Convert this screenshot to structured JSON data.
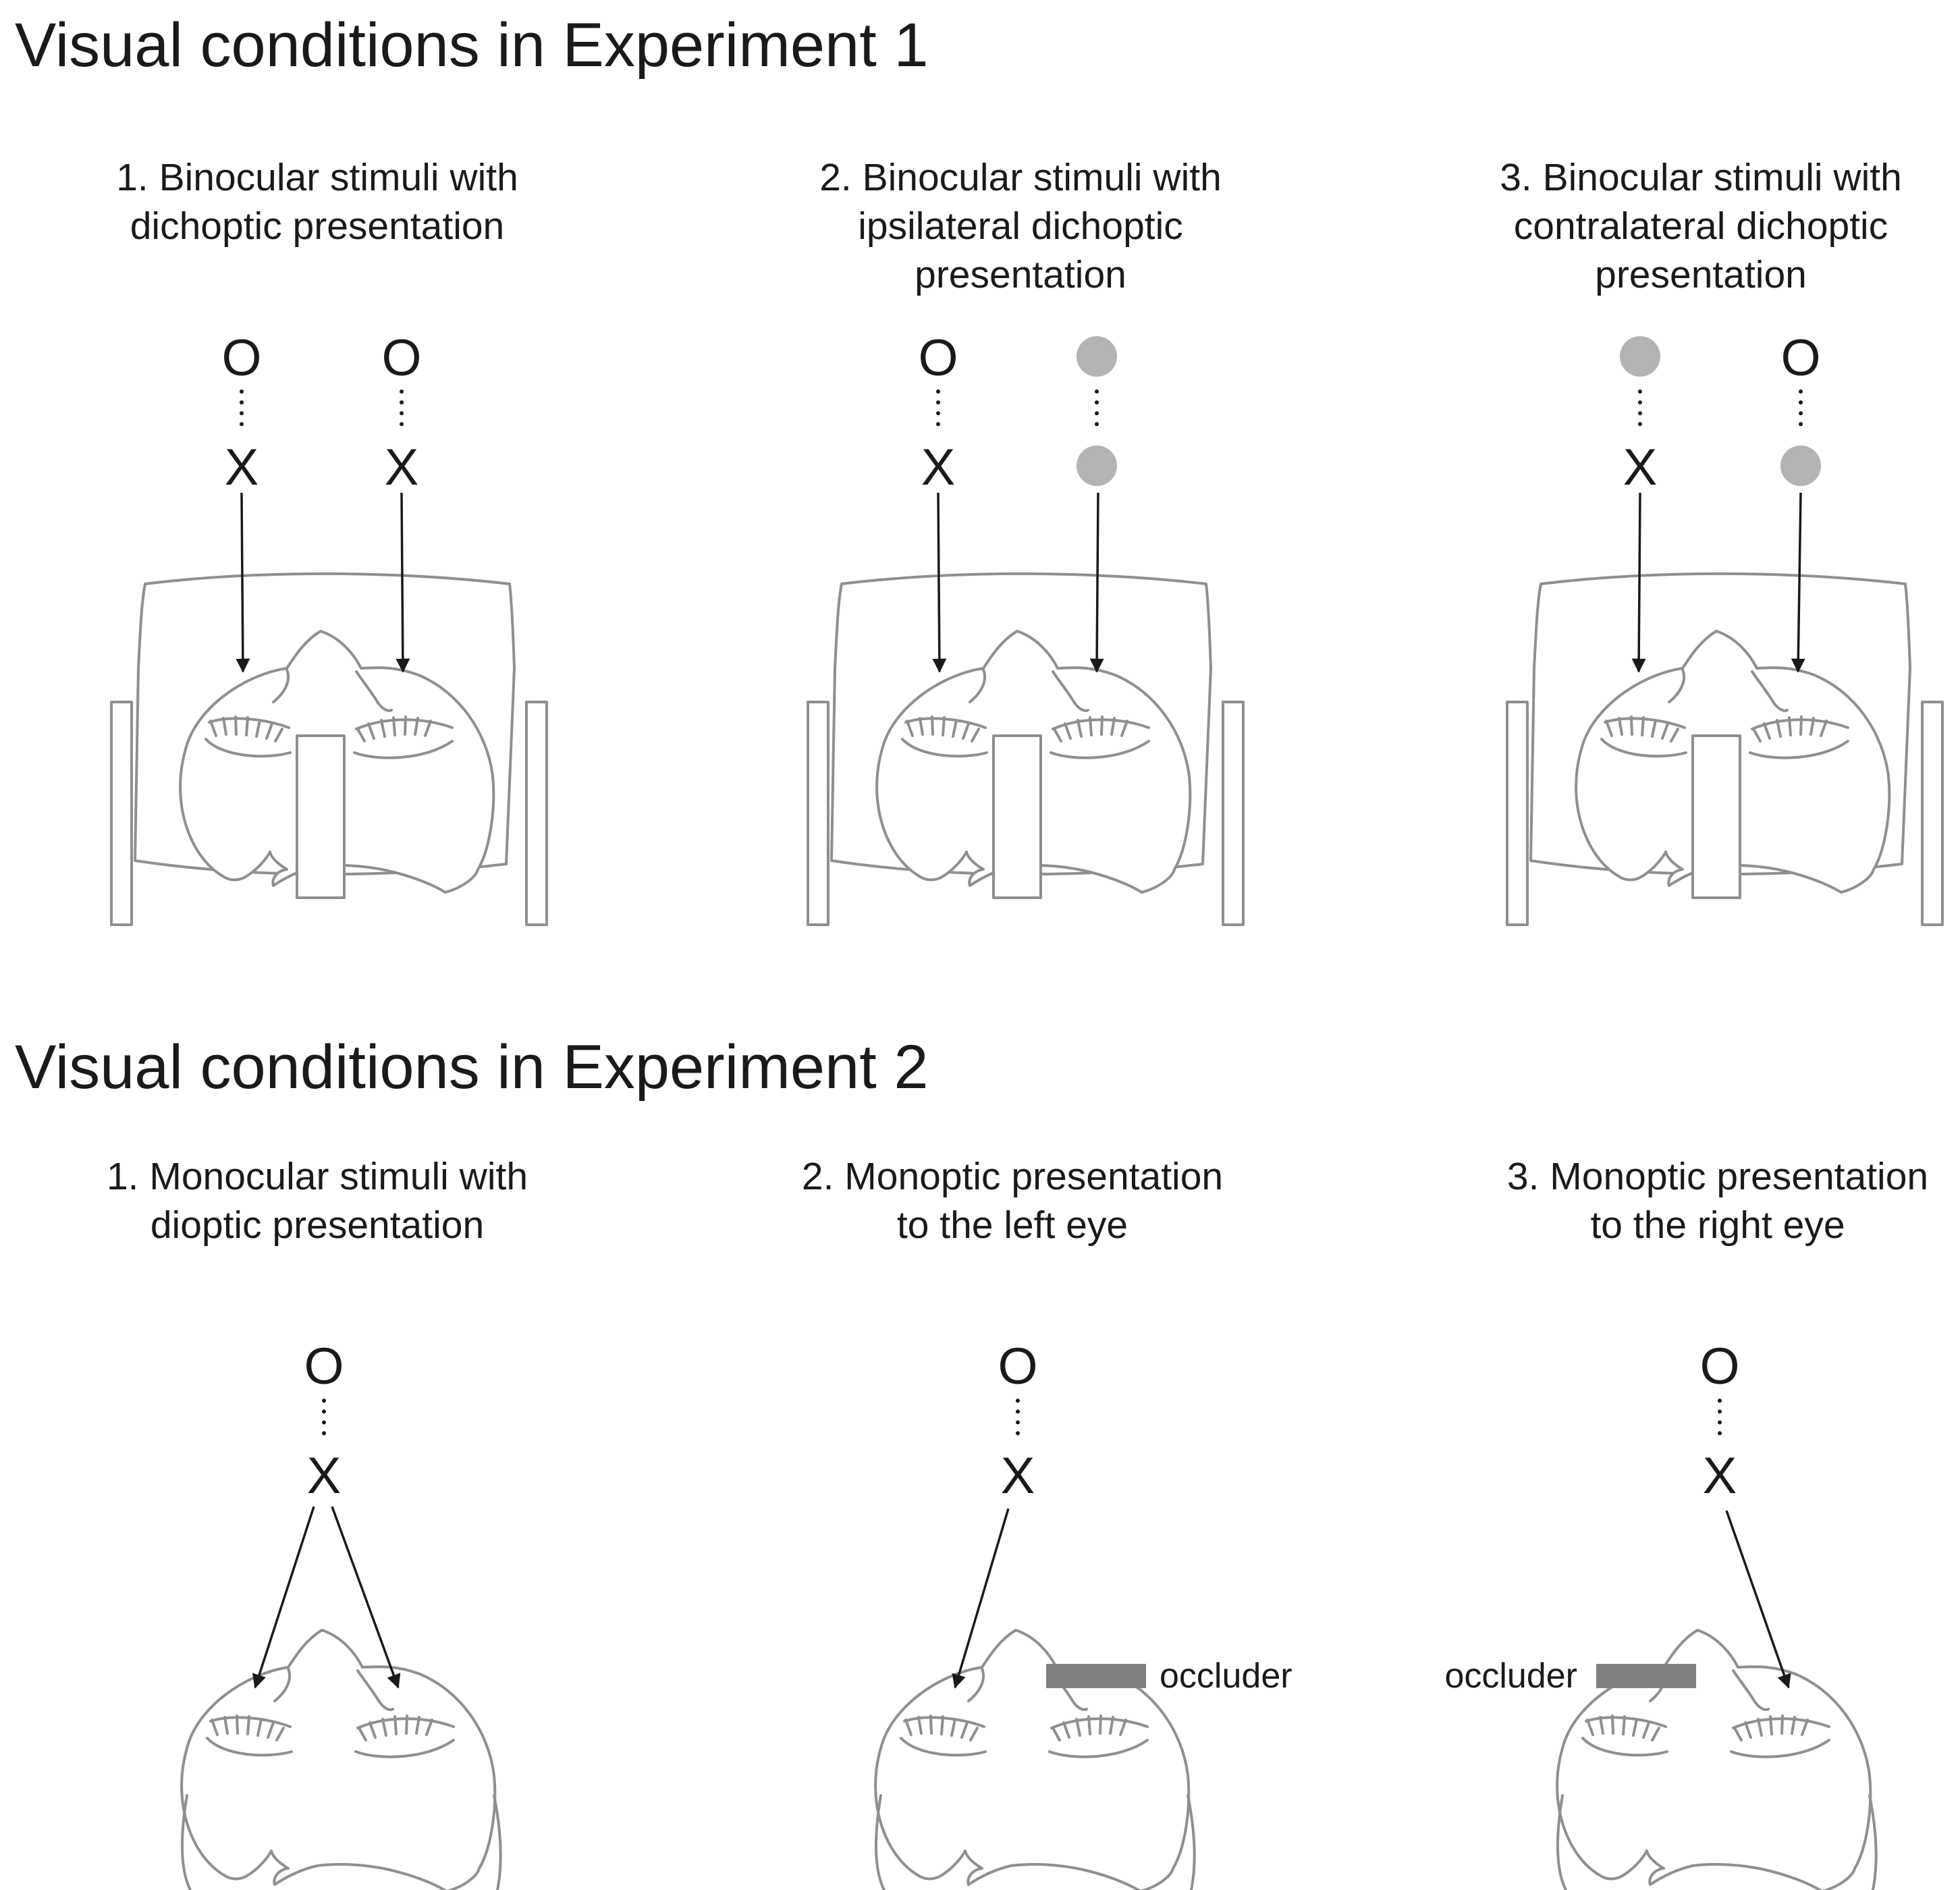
{
  "experiment1": {
    "heading": "Visual conditions in Experiment 1",
    "conditions": [
      {
        "caption_lines": [
          "1. Binocular stimuli with",
          "dichoptic presentation"
        ],
        "left_stimulus": {
          "top": "O",
          "bottom": "X"
        },
        "right_stimulus": {
          "top": "O",
          "bottom": "X"
        }
      },
      {
        "caption_lines": [
          "2. Binocular stimuli with",
          "ipsilateral dichoptic",
          "presentation"
        ],
        "left_stimulus": {
          "top": "O",
          "bottom": "X"
        },
        "right_stimulus": {
          "top": "gray-dot",
          "bottom": "gray-dot"
        }
      },
      {
        "caption_lines": [
          "3. Binocular stimuli with",
          "contralateral dichoptic",
          "presentation"
        ],
        "left_stimulus": {
          "top": "gray-dot",
          "bottom": "X"
        },
        "right_stimulus": {
          "top": "O",
          "bottom": "gray-dot"
        }
      }
    ]
  },
  "experiment2": {
    "heading": "Visual conditions in Experiment 2",
    "conditions": [
      {
        "caption_lines": [
          "1. Monocular stimuli with",
          "dioptic presentation"
        ],
        "stimulus": {
          "top": "O",
          "bottom": "X"
        },
        "targets": [
          "left-eye",
          "right-eye"
        ]
      },
      {
        "caption_lines": [
          "2. Monoptic presentation",
          "to the left eye"
        ],
        "stimulus": {
          "top": "O",
          "bottom": "X"
        },
        "targets": [
          "left-eye"
        ],
        "occluder": {
          "label": "occluder",
          "eye": "right"
        }
      },
      {
        "caption_lines": [
          "3. Monoptic presentation",
          "to the right eye"
        ],
        "stimulus": {
          "top": "O",
          "bottom": "X"
        },
        "targets": [
          "right-eye"
        ],
        "occluder": {
          "label": "occluder",
          "eye": "left"
        }
      }
    ]
  },
  "colors": {
    "text": "#1a1a1a",
    "outline": "#8f8f8f",
    "gray_dot": "#b3b3b3",
    "occluder": "#808080"
  }
}
